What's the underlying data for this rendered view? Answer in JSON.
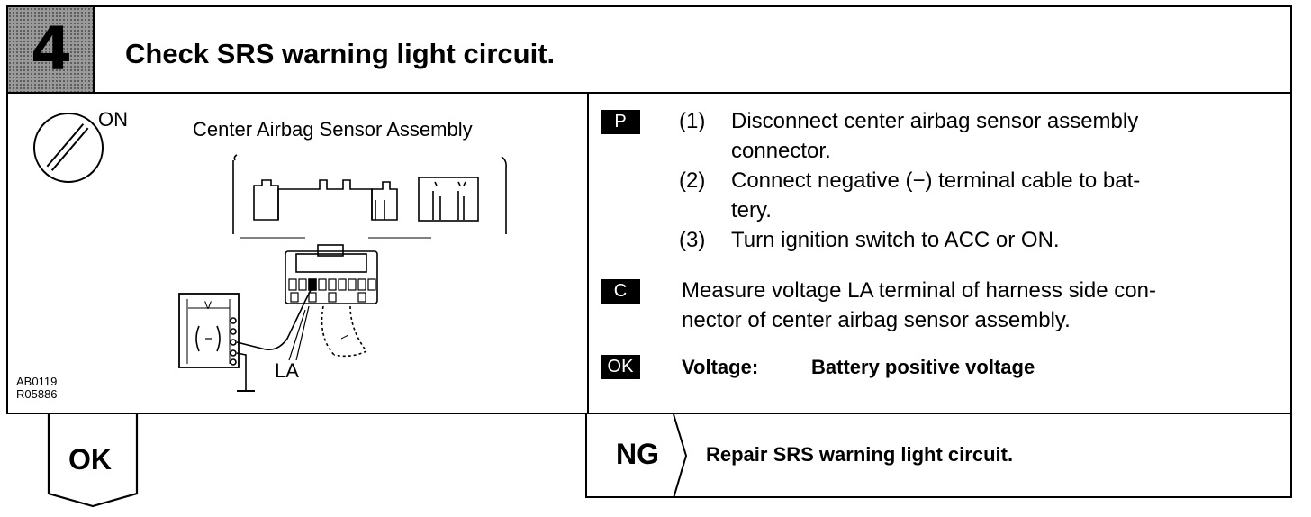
{
  "step": {
    "number": "4",
    "title": "Check SRS warning light circuit."
  },
  "diagram": {
    "ignition_label": "ON",
    "sensor_label": "Center Airbag Sensor Assembly",
    "voltmeter_label": "V",
    "terminal_label": "LA",
    "figure_codes": [
      "AB0119",
      "R05886"
    ]
  },
  "instructions": {
    "prepare": {
      "badge": "P",
      "steps": [
        {
          "num": "(1)",
          "lines": [
            "Disconnect center airbag sensor assembly",
            "connector."
          ]
        },
        {
          "num": "(2)",
          "lines": [
            "Connect negative (−) terminal cable to bat-",
            "tery."
          ]
        },
        {
          "num": "(3)",
          "lines": [
            "Turn ignition switch to ACC or ON."
          ]
        }
      ]
    },
    "check": {
      "badge": "C",
      "lines": [
        "Measure voltage LA terminal of harness side con-",
        "nector of center airbag sensor assembly."
      ]
    },
    "result": {
      "badge": "OK",
      "label": "Voltage:",
      "value": "Battery positive voltage"
    }
  },
  "outcomes": {
    "ok": {
      "label": "OK"
    },
    "ng": {
      "label": "NG",
      "action": "Repair SRS warning light circuit."
    }
  }
}
